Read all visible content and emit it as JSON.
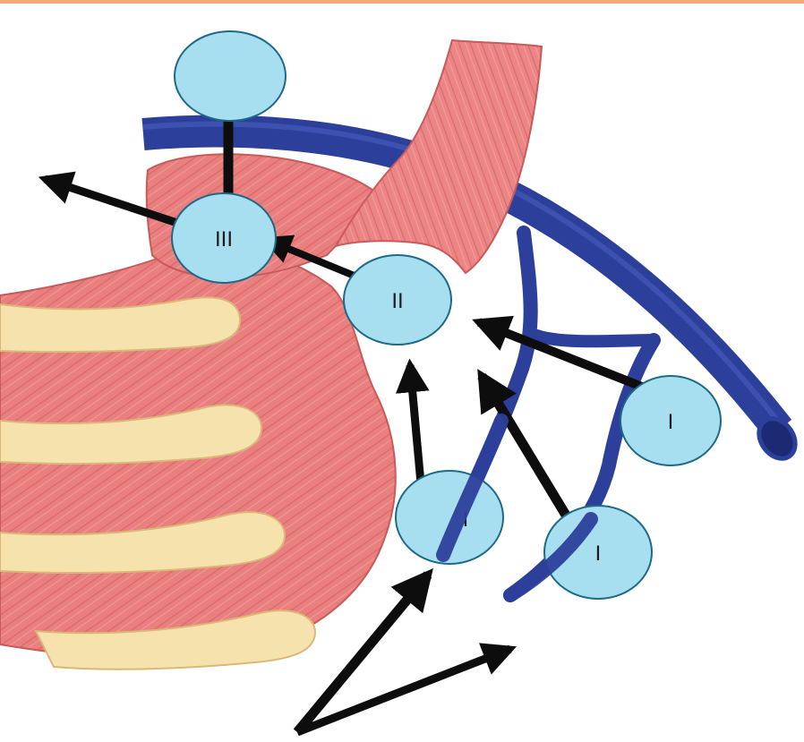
{
  "colors": {
    "node_fill": "#a8dff0",
    "node_stroke": "#1c6a86",
    "vein": "#2c3f9a",
    "vein_dark": "#1b2a73",
    "muscle": "#e97f7f",
    "muscle_dark": "#c85a5a",
    "rib": "#f5e0a8",
    "arrow": "#0d0d0d",
    "top_border": "#f2a97a"
  },
  "nodes": [
    {
      "id": "apex-node",
      "label": ""
    },
    {
      "id": "level-3-node",
      "label": "III"
    },
    {
      "id": "level-2-node",
      "label": "II"
    },
    {
      "id": "level-1-node-right",
      "label": "I"
    },
    {
      "id": "level-1-node-center",
      "label": "I"
    },
    {
      "id": "level-1-node-lower",
      "label": "I"
    }
  ]
}
